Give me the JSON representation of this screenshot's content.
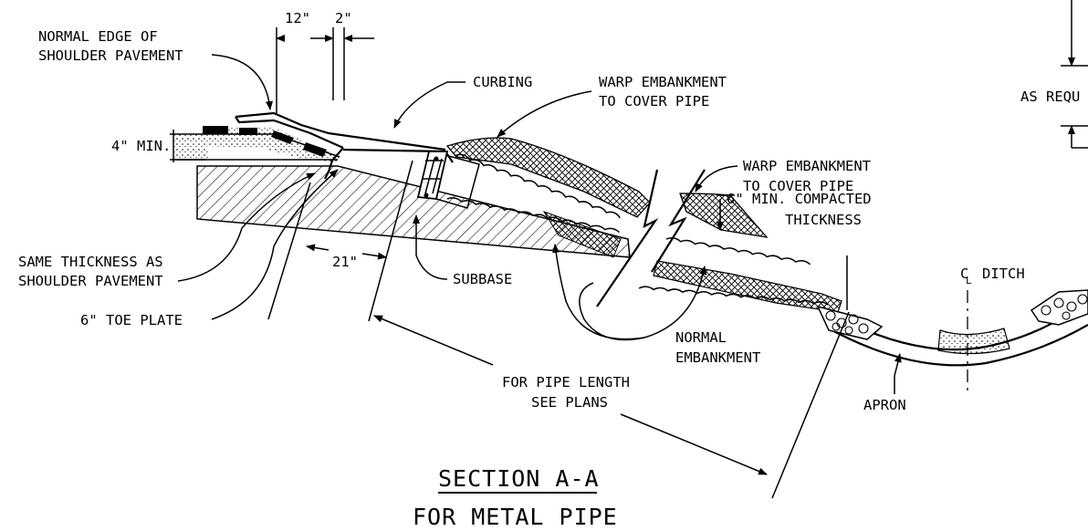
{
  "labels": {
    "dim_12": "12\"",
    "dim_2": "2\"",
    "normal_edge_1": "NORMAL EDGE OF",
    "normal_edge_2": "SHOULDER PAVEMENT",
    "curbing": "CURBING",
    "warp_top_1": "WARP EMBANKMENT",
    "warp_top_2": "TO COVER PIPE",
    "as_required": "AS REQU",
    "four_min": "4\" MIN.",
    "warp_right_1": "WARP EMBANKMENT",
    "warp_right_2": "TO COVER PIPE",
    "six_min_1": "6\" MIN. COMPACTED",
    "six_min_2": "THICKNESS",
    "same_thick_1": "SAME THICKNESS AS",
    "same_thick_2": "SHOULDER PAVEMENT",
    "dim_21": "21\"",
    "subbase": "SUBBASE",
    "cl": "C",
    "cl_sub": "L",
    "ditch": "DITCH",
    "toe_plate": "6\" TOE PLATE",
    "normal_emb_1": "NORMAL",
    "normal_emb_2": "EMBANKMENT",
    "pipe_len_1": "FOR PIPE LENGTH",
    "pipe_len_2": "SEE PLANS",
    "apron": "APRON",
    "section_title": "SECTION A-A",
    "section_subtitle": "FOR METAL PIPE"
  }
}
